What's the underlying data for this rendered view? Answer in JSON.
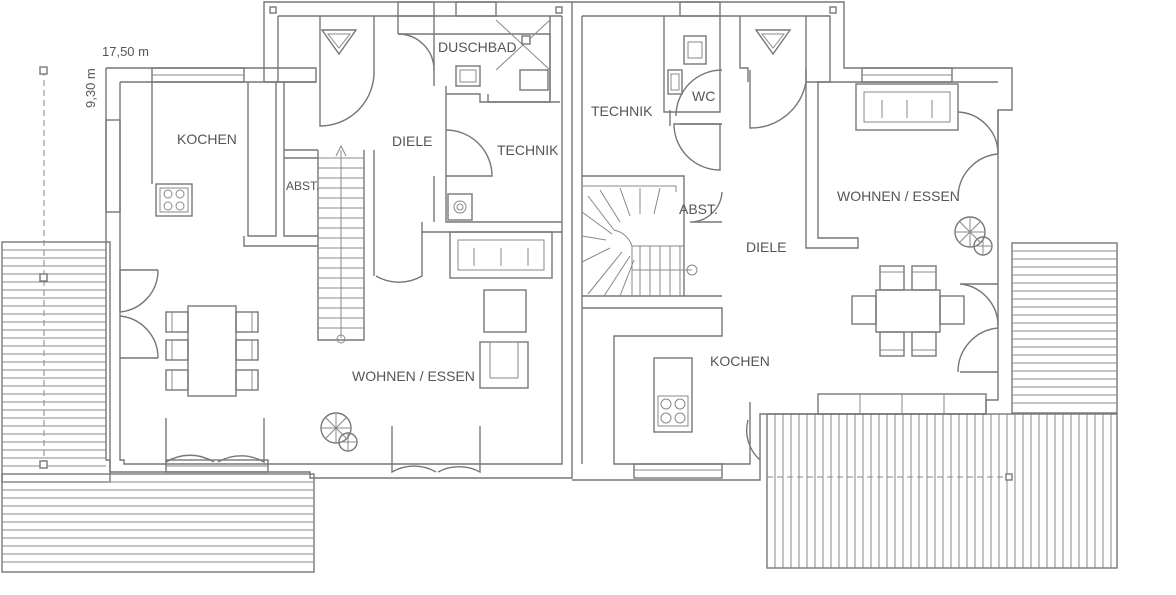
{
  "dimensions": {
    "width": "17,50 m",
    "depth": "9,30 m"
  },
  "left_unit": {
    "kochen": "KOCHEN",
    "abst": "ABST.",
    "diele": "DIELE",
    "duschbad": "DUSCHBAD",
    "technik": "TECHNIK",
    "wohnen_essen": "WOHNEN / ESSEN"
  },
  "right_unit": {
    "technik": "TECHNIK",
    "wc": "WC",
    "abst": "ABST.",
    "diele": "DIELE",
    "wohnen_essen": "WOHNEN / ESSEN",
    "kochen": "KOCHEN"
  },
  "colors": {
    "line": "#777777",
    "text": "#555555",
    "background": "#ffffff"
  }
}
